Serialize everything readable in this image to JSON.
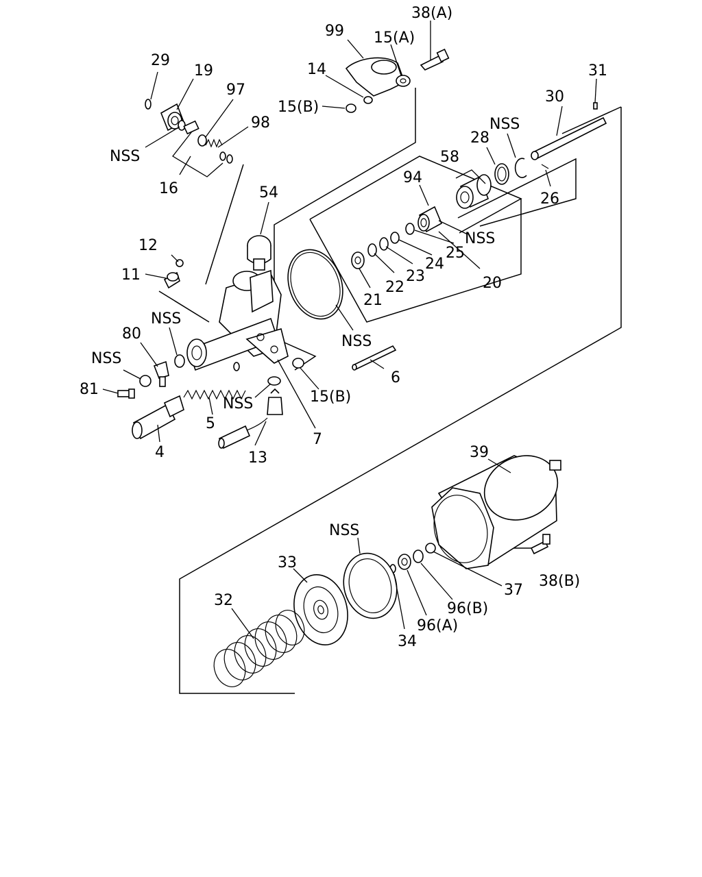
{
  "diagram": {
    "labels": {
      "l_38a": "38(A)",
      "l_99": "99",
      "l_15a": "15(A)",
      "l_14": "14",
      "l_15b_top": "15(B)",
      "l_29": "29",
      "l_19": "19",
      "l_97": "97",
      "l_98": "98",
      "l_nss_16": "NSS",
      "l_16": "16",
      "l_31": "31",
      "l_30": "30",
      "l_nss_28": "NSS",
      "l_28": "28",
      "l_58": "58",
      "l_26": "26",
      "l_94": "94",
      "l_nss_25": "NSS",
      "l_25": "25",
      "l_24": "24",
      "l_23": "23",
      "l_22": "22",
      "l_21": "21",
      "l_20": "20",
      "l_54": "54",
      "l_12": "12",
      "l_11": "11",
      "l_nss_80": "NSS",
      "l_80": "80",
      "l_nss_81": "NSS",
      "l_81": "81",
      "l_4": "4",
      "l_5": "5",
      "l_nss_13": "NSS",
      "l_13": "13",
      "l_7": "7",
      "l_15b_mid": "15(B)",
      "l_6": "6",
      "l_nss_oring": "NSS",
      "l_39": "39",
      "l_nss_seal": "NSS",
      "l_33": "33",
      "l_32": "32",
      "l_34": "34",
      "l_96a": "96(A)",
      "l_96b": "96(B)",
      "l_37": "37",
      "l_38b": "38(B)"
    }
  }
}
